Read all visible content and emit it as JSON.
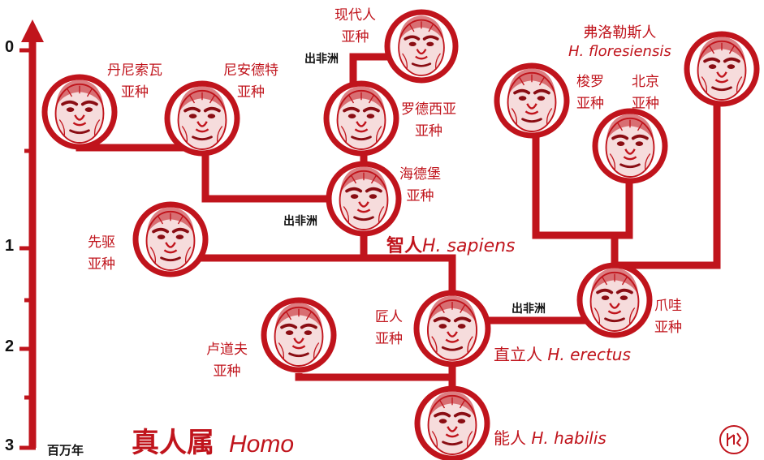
{
  "colors": {
    "accent": "#c0141c",
    "face_fill": "#f6dcdc",
    "face_line": "#c0141c",
    "text_dark": "#111111"
  },
  "axis": {
    "ticks": [
      "0",
      "1",
      "2",
      "3"
    ],
    "unit": "百万年"
  },
  "genus": {
    "cn": "真人属",
    "latin": "Homo"
  },
  "routes": {
    "r1": "出非洲",
    "r2": "出非洲",
    "r3": "出非洲"
  },
  "species": {
    "modern": {
      "l1": "现代人",
      "l2": "亚种"
    },
    "denisova": {
      "l1": "丹尼索瓦",
      "l2": "亚种"
    },
    "neanderthal": {
      "l1": "尼安德特",
      "l2": "亚种"
    },
    "rhodesian": {
      "l1": "罗德西亚",
      "l2": "亚种"
    },
    "heidelberg": {
      "l1": "海德堡",
      "l2": "亚种"
    },
    "sapiens": {
      "cn": "智人",
      "latin": "H. sapiens"
    },
    "antecessor": {
      "l1": "先驱",
      "l2": "亚种"
    },
    "ergaster": {
      "l1": "匠人",
      "l2": "亚种"
    },
    "erectus": {
      "cn": "直立人",
      "latin": "H. erectus"
    },
    "rudolfensis": {
      "l1": "卢道夫",
      "l2": "亚种"
    },
    "habilis": {
      "cn": "能人",
      "latin": "H. habilis"
    },
    "java": {
      "l1": "爪哇",
      "l2": "亚种"
    },
    "solo": {
      "l1": "梭罗",
      "l2": "亚种"
    },
    "peking": {
      "l1": "北京",
      "l2": "亚种"
    },
    "floresiensis": {
      "cn": "弗洛勒斯人",
      "latin": "H. floresiensis"
    }
  }
}
